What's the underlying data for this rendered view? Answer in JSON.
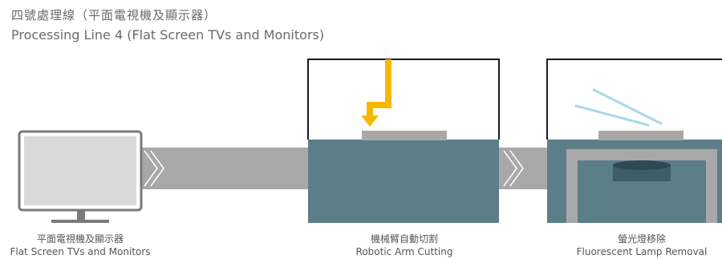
{
  "title": {
    "zh": "四號處理線（平面電視機及顯示器）",
    "en": "Processing Line 4 (Flat Screen TVs and Monitors)"
  },
  "stages": [
    {
      "label_zh": "平面電視機及顯示器",
      "label_en": "Flat Screen TVs and Monitors",
      "icon": "monitor-icon"
    },
    {
      "label_zh": "機械臂自動切割",
      "label_en": "Robotic Arm Cutting",
      "icon": "robotic-arm-icon"
    },
    {
      "label_zh": "螢光燈移除",
      "label_en": "Fluorescent Lamp Removal",
      "icon": "lamp-removal-icon"
    }
  ],
  "colors": {
    "conveyor": "#a8a8a8",
    "machine_body": "#5c7e87",
    "screen_gray": "#d9d9d9",
    "arm": "#f5b800",
    "lamp": "#a8d8ea",
    "frame": "#1a1a1a"
  }
}
